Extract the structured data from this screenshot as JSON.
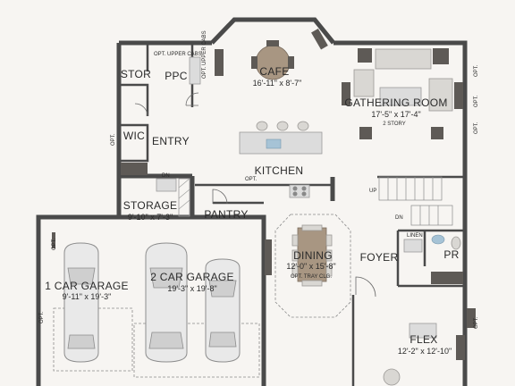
{
  "rooms": {
    "cafe": {
      "name": "CAFE",
      "dim": "16'-11\" x 8'-7\""
    },
    "gathering": {
      "name": "GATHERING ROOM",
      "dim": "17'-5\" x 17'-4\"",
      "note": "2 STORY"
    },
    "stor": {
      "name": "STOR"
    },
    "ppc": {
      "name": "PPC"
    },
    "wic": {
      "name": "WIC"
    },
    "entry": {
      "name": "ENTRY"
    },
    "kitchen": {
      "name": "KITCHEN"
    },
    "storage": {
      "name": "STORAGE",
      "dim": "9'-10\" x 7'-3\""
    },
    "pantry": {
      "name": "PANTRY"
    },
    "dining": {
      "name": "DINING",
      "dim": "12'-0\" x 15'-8\"",
      "note": "OPT. TRAY CLG."
    },
    "foyer": {
      "name": "FOYER"
    },
    "pr": {
      "name": "PR"
    },
    "linen": {
      "name": "LINEN"
    },
    "garage1": {
      "name": "1 CAR GARAGE",
      "dim": "9'-11\" x 19'-3\""
    },
    "garage2": {
      "name": "2 CAR GARAGE",
      "dim": "19'-3\" x 19'-8\""
    },
    "flex": {
      "name": "FLEX",
      "dim": "12'-2\" x 12'-10\""
    }
  },
  "labels": {
    "opt": "OPT.",
    "opt_upper_cabs": "OPT. UPPER CABS",
    "opt_upper_cabs_2": "OPT. UPPER CABS",
    "dn": "DN",
    "up": "UP"
  },
  "colors": {
    "wall": "#4a4a4a",
    "background": "#f7f5f2",
    "cafe_table": "#a89682",
    "dining_table": "#a89682",
    "dark_furniture": "#5e5a56"
  }
}
